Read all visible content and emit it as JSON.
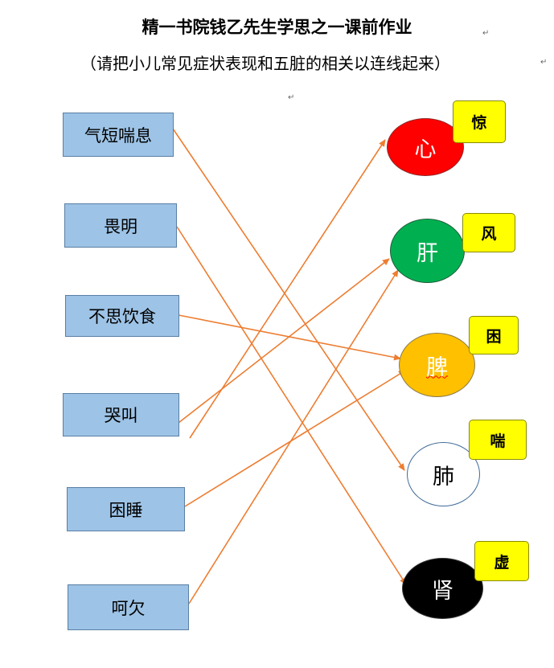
{
  "header": {
    "title": "精一书院钱乙先生学思之一课前作业",
    "subtitle": "（请把小儿常见症状表现和五脏的相关以连线起来）"
  },
  "symptoms": [
    {
      "label": "气短喘息"
    },
    {
      "label": "畏明"
    },
    {
      "label": "不思饮食"
    },
    {
      "label": "哭叫"
    },
    {
      "label": "困睡"
    },
    {
      "label": "呵欠"
    }
  ],
  "organs": [
    {
      "label": "心",
      "tag": "惊",
      "color": "#ff0000"
    },
    {
      "label": "肝",
      "tag": "风",
      "color": "#00b050"
    },
    {
      "label": "脾",
      "tag": "困",
      "color": "#ffc000"
    },
    {
      "label": "肺",
      "tag": "喘",
      "color": "#ffffff"
    },
    {
      "label": "肾",
      "tag": "虚",
      "color": "#000000"
    }
  ],
  "connections": [
    {
      "from": "气短喘息",
      "to": "肺"
    },
    {
      "from": "畏明",
      "to": "肾"
    },
    {
      "from": "不思饮食",
      "to": "脾"
    },
    {
      "from": "哭叫",
      "to": "肝"
    },
    {
      "from": "哭叫",
      "to": "心"
    },
    {
      "from": "困睡",
      "to": "脾"
    },
    {
      "from": "呵欠",
      "to": "肝"
    }
  ],
  "line_color": "#ed7d31"
}
